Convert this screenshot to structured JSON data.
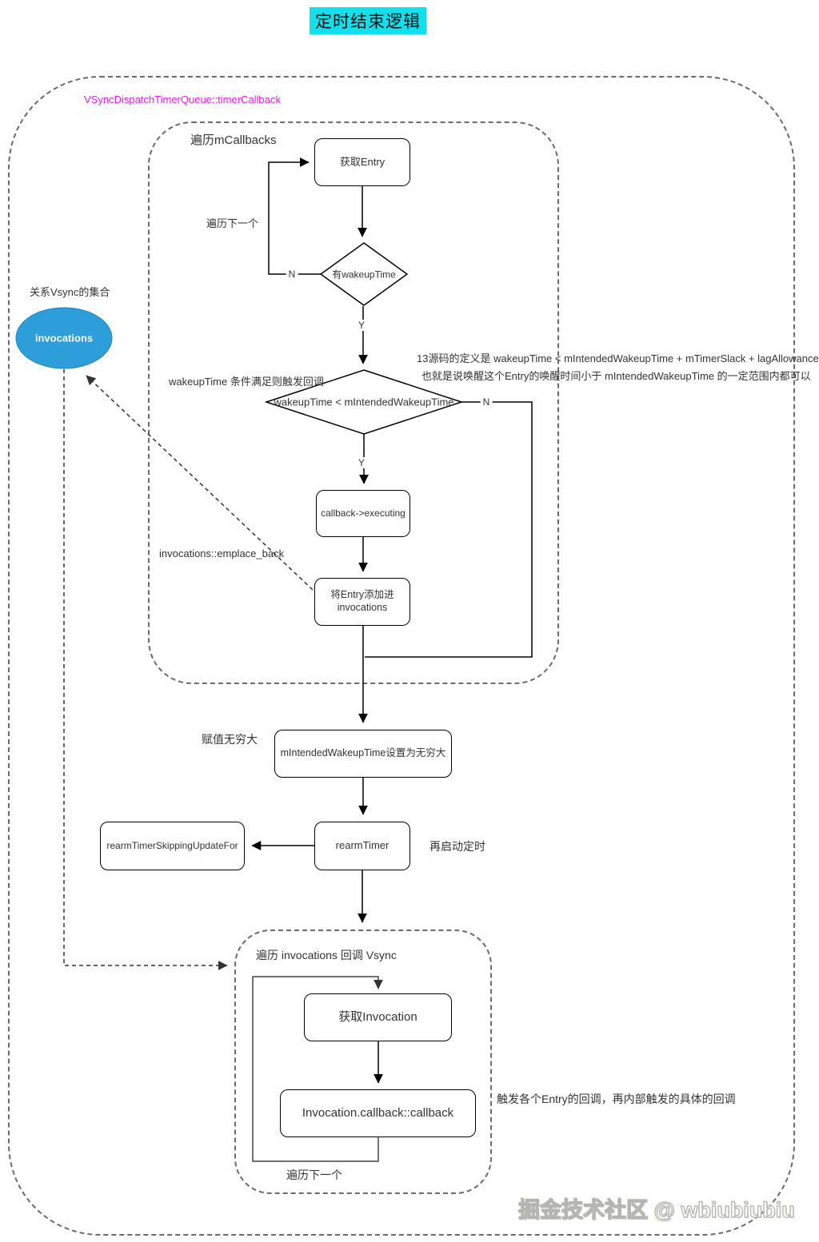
{
  "title": "定时结束逻辑",
  "colors": {
    "title_highlight": "#12dfec",
    "outer_label_magenta": "#ee1cee",
    "ellipse_blue": "#2d9ed9",
    "line_black": "#000000",
    "text_dark": "#333333",
    "watermark_gray": "#b5b5b1"
  },
  "outer_container": {
    "label": "VSyncDispatchTimerQueue::timerCallback"
  },
  "ellipse": {
    "caption": "关系Vsync的集合",
    "label": "invocations"
  },
  "mcallbacks_loop": {
    "label": "遍历mCallbacks",
    "get_entry": "获取Entry",
    "iterate_next": "遍历下一个",
    "branch_no": "N",
    "branch_yes": "Y",
    "diamond_has_wakeup": "有wakeupTime",
    "trigger_label": "wakeupTime  条件满足则触发回调",
    "diamond_wakeup_lt": "wakeupTime < mIntendedWakeupTime",
    "callback_executing": "callback->executing",
    "add_entry_line1": "将Entry添加进",
    "add_entry_line2": "invocations",
    "emplace_label": "invocations::emplace_back"
  },
  "annotations": {
    "wakeup_note_line1": "13源码的定义是 wakeupTime < mIntendedWakeupTime + mTimerSlack + lagAllowance",
    "wakeup_note_line2": "也就是说唤醒这个Entry的唤醒时间小于  mIntendedWakeupTime  的一定范围内都可以",
    "trigger_note": "触发各个Entry的回调，再内部触发的具体的回调"
  },
  "mid_flow": {
    "set_infinity": "mIntendedWakeupTime设置为无穷大",
    "set_infinity_label": "赋值无穷大",
    "rearm_timer": "rearmTimer",
    "rearm_skip": "rearmTimerSkippingUpdateFor",
    "rearm_label": "再启动定时"
  },
  "invocations_loop": {
    "label": "遍历 invocations 回调 Vsync",
    "get_invocation": "获取Invocation",
    "invoke_callback": "Invocation.callback::callback",
    "iterate_next": "遍历下一个"
  },
  "watermark": "掘金技术社区 @ wbiubiubiu"
}
